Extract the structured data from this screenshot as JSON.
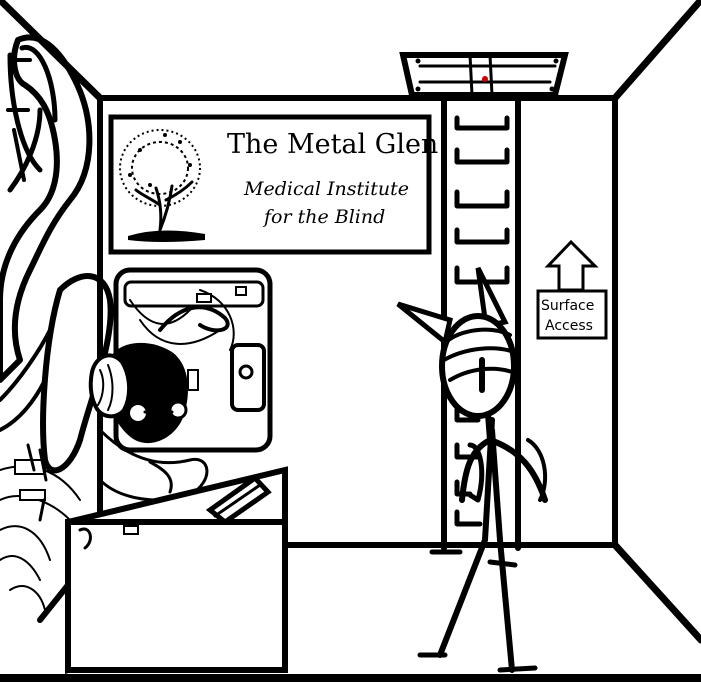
{
  "sign": {
    "title": "The Metal Glen",
    "subtitle_line1": "Medical Institute",
    "subtitle_line2": "for the Blind"
  },
  "surface_sign": {
    "line1": "Surface",
    "line2": "Access"
  },
  "icons": {
    "tree": "tree-icon",
    "arrow": "up-arrow-icon"
  },
  "colors": {
    "ink": "#000000",
    "background": "#ffffff",
    "hatch_light": "#cc0000"
  }
}
